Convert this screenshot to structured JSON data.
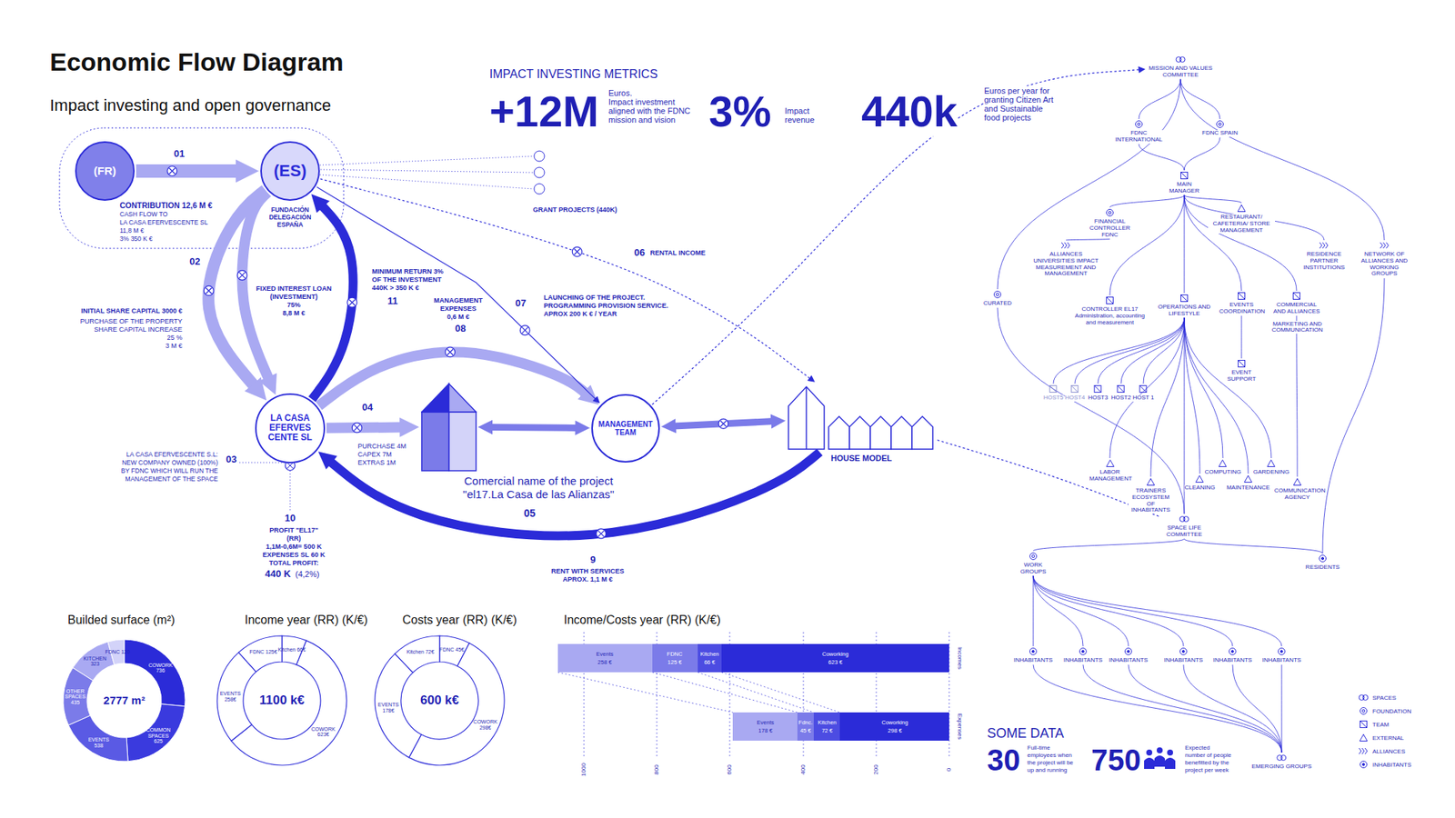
{
  "diagram": {
    "title": "Economic Flow Diagram",
    "nodes": [
      {
        "text": [
          "(FR)"
        ]
      },
      {
        "text": [
          "(ES)",
          "FUNDACIÓN DELEGACIÓN ESPAÑA"
        ]
      },
      {
        "text": [
          "LA CASA EFERVES CENTE SL"
        ]
      },
      {
        "text": [
          "Comercial name of the project \"el17.La Casa de las Alianzas\""
        ]
      },
      {
        "text": [
          "MANAGEMENT TEAM"
        ]
      },
      {
        "text": [
          "HOUSE MODEL"
        ]
      },
      {
        "text": [
          "MISSION AND VALUES COMMITTEE"
        ]
      },
      {
        "text": [
          "FDNC INTERNATIONAL"
        ]
      },
      {
        "text": [
          "FDNC SPAIN"
        ]
      },
      {
        "text": [
          "MAIN MANAGER"
        ]
      },
      {
        "text": [
          "FINANCIAL CONTROLLER FDNC"
        ]
      },
      {
        "text": [
          "RESTAURANT/ CAFETERIA/ STORE MANAGEMENT"
        ]
      },
      {
        "text": [
          "ALLIANCES UNIVERSITIES IMPACT MEASUREMENT AND MANAGEMENT"
        ]
      },
      {
        "text": [
          "RESIDENCE PARTNER INSTITUTIONS"
        ]
      },
      {
        "text": [
          "NETWORK OF ALLIANCES AND WORKING GROUPS"
        ]
      },
      {
        "text": [
          "CURATED"
        ]
      },
      {
        "text": [
          "CONTROLLER EL17",
          "Administration, accounting and measurement"
        ]
      },
      {
        "text": [
          "OPERATIONS AND LIFESTYLE"
        ]
      },
      {
        "text": [
          "EVENTS COORDINATION"
        ]
      },
      {
        "text": [
          "COMMERCIAL AND ALLIANCES"
        ]
      },
      {
        "text": [
          "EVENT SUPPORT"
        ]
      },
      {
        "text": [
          "HOST5"
        ]
      },
      {
        "text": [
          "HOST4"
        ]
      },
      {
        "text": [
          "HOST3"
        ]
      },
      {
        "text": [
          "HOST2"
        ]
      },
      {
        "text": [
          "HOST 1"
        ]
      },
      {
        "text": [
          "LABOR MANAGEMENT"
        ]
      },
      {
        "text": [
          "TRAINERS ECOSYSTEM OF INHABITANTS"
        ]
      },
      {
        "text": [
          "COMPUTING"
        ]
      },
      {
        "text": [
          "CLEANING"
        ]
      },
      {
        "text": [
          "MAINTENANCE"
        ]
      },
      {
        "text": [
          "GARDENING"
        ]
      },
      {
        "text": [
          "COMMUNICATION AGENCY"
        ]
      },
      {
        "text": [
          "SPACE LIFE COMMITTEE"
        ]
      },
      {
        "text": [
          "WORK GROUPS"
        ]
      },
      {
        "text": [
          "RESIDENTS"
        ]
      },
      {
        "text": [
          "INHABITANTS"
        ]
      },
      {
        "text": [
          "INHABITANTS"
        ]
      },
      {
        "text": [
          "INHABITANTS"
        ]
      },
      {
        "text": [
          "INHABITANTS"
        ]
      },
      {
        "text": [
          "INHABITANTS"
        ]
      },
      {
        "text": [
          "INHABITANTS"
        ]
      },
      {
        "text": [
          "EMERGING GROUPS"
        ]
      }
    ],
    "edges": [
      {
        "from": 0,
        "to": 1,
        "arrow": "to"
      },
      {
        "from": 1,
        "to": 2,
        "arrow": "to"
      },
      {
        "from": 1,
        "to": 2,
        "arrow": "to"
      },
      {
        "from": 2,
        "to": 1,
        "arrow": "to"
      },
      {
        "from": 2,
        "to": 3,
        "arrow": "to"
      },
      {
        "from": 2,
        "to": 4,
        "arrow": "to"
      },
      {
        "from": 1,
        "to": 4,
        "arrow": "to"
      },
      {
        "from": 3,
        "to": 4,
        "arrow": "both"
      },
      {
        "from": 4,
        "to": 5,
        "arrow": "both"
      },
      {
        "from": 5,
        "to": 2,
        "arrow": "to"
      },
      {
        "from": 1,
        "to": 5,
        "arrow": "to"
      },
      {
        "from": 4,
        "to": 6,
        "arrow": "to"
      },
      {
        "from": 5,
        "to": 33,
        "arrow": "none"
      },
      {
        "from": 6,
        "to": 7,
        "arrow": "none"
      },
      {
        "from": 6,
        "to": 8,
        "arrow": "none"
      },
      {
        "from": 7,
        "to": 9,
        "arrow": "none"
      },
      {
        "from": 8,
        "to": 9,
        "arrow": "none"
      },
      {
        "from": 9,
        "to": 10,
        "arrow": "none"
      },
      {
        "from": 9,
        "to": 11,
        "arrow": "none"
      },
      {
        "from": 10,
        "to": 12,
        "arrow": "none"
      },
      {
        "from": 9,
        "to": 16,
        "arrow": "none"
      },
      {
        "from": 9,
        "to": 17,
        "arrow": "none"
      },
      {
        "from": 9,
        "to": 18,
        "arrow": "none"
      },
      {
        "from": 9,
        "to": 19,
        "arrow": "none"
      },
      {
        "from": 9,
        "to": 13,
        "arrow": "none"
      },
      {
        "from": 6,
        "to": 15,
        "arrow": "none"
      },
      {
        "from": 6,
        "to": 14,
        "arrow": "none"
      },
      {
        "from": 17,
        "to": 21,
        "arrow": "none"
      },
      {
        "from": 17,
        "to": 22,
        "arrow": "none"
      },
      {
        "from": 17,
        "to": 23,
        "arrow": "none"
      },
      {
        "from": 17,
        "to": 24,
        "arrow": "none"
      },
      {
        "from": 17,
        "to": 25,
        "arrow": "none"
      },
      {
        "from": 17,
        "to": 26,
        "arrow": "none"
      },
      {
        "from": 17,
        "to": 27,
        "arrow": "none"
      },
      {
        "from": 17,
        "to": 28,
        "arrow": "none"
      },
      {
        "from": 17,
        "to": 29,
        "arrow": "none"
      },
      {
        "from": 17,
        "to": 30,
        "arrow": "none"
      },
      {
        "from": 17,
        "to": 31,
        "arrow": "none"
      },
      {
        "from": 18,
        "to": 20,
        "arrow": "none"
      },
      {
        "from": 19,
        "to": 32,
        "arrow": "none"
      },
      {
        "from": 17,
        "to": 33,
        "arrow": "none"
      },
      {
        "from": 33,
        "to": 34,
        "arrow": "none"
      },
      {
        "from": 33,
        "to": 35,
        "arrow": "none"
      },
      {
        "from": 34,
        "to": 36,
        "arrow": "none"
      },
      {
        "from": 34,
        "to": 37,
        "arrow": "none"
      },
      {
        "from": 34,
        "to": 38,
        "arrow": "none"
      },
      {
        "from": 34,
        "to": 39,
        "arrow": "none"
      },
      {
        "from": 34,
        "to": 40,
        "arrow": "none"
      },
      {
        "from": 34,
        "to": 41,
        "arrow": "none"
      },
      {
        "from": 36,
        "to": 42,
        "arrow": "none"
      },
      {
        "from": 37,
        "to": 42,
        "arrow": "none"
      },
      {
        "from": 38,
        "to": 42,
        "arrow": "none"
      },
      {
        "from": 39,
        "to": 42,
        "arrow": "none"
      },
      {
        "from": 40,
        "to": 42,
        "arrow": "none"
      },
      {
        "from": 41,
        "to": 42,
        "arrow": "none"
      },
      {
        "from": 15,
        "to": 33,
        "arrow": "none"
      },
      {
        "from": 14,
        "to": 35,
        "arrow": "none"
      }
    ],
    "labels": [
      "Impact investing and open governance",
      "IMPACT INVESTING METRICS",
      "+12M",
      "Euros.",
      "Impact investment",
      "aligned with the FDNC",
      "mission and vision",
      "3%",
      "Impact",
      "revenue",
      "440k",
      "Euros per year for",
      "granting Citizen Art",
      "and Sustainable",
      "food projects",
      "01",
      "CONTRIBUTION 12,6 M €",
      "CASH FLOW TO",
      "LA CASA EFERVESCENTE SL",
      "11,8 M €",
      "3% 350 K €",
      "GRANT PROJECTS (440K)",
      "02",
      "FIXED INTEREST LOAN",
      "(INVESTMENT)",
      "75%",
      "8,8 M €",
      "INITIAL SHARE CAPITAL 3000 €",
      "PURCHASE OF THE PROPERTY",
      "SHARE CAPITAL INCREASE",
      "25 %",
      "3 M €",
      "MINIMUM RETURN 3%",
      "OF THE INVESTMENT",
      "440K > 350 K €",
      "11",
      "MANAGEMENT",
      "EXPENSES",
      "0,6 M €",
      "08",
      "07",
      "LAUNCHING OF THE PROJECT.",
      "PROGRAMMING PROVISION SERVICE.",
      "APROX 200 K € / YEAR",
      "06",
      "RENTAL INCOME",
      "04",
      "PURCHASE 4M",
      "CAPEX 7M",
      "EXTRAS 1M",
      "LA CASA EFERVESCENTE S.L:",
      "NEW COMPANY OWNED (100%)",
      "BY FDNC WHICH WILL RUN THE",
      "MANAGEMENT OF THE SPACE",
      "03",
      "05",
      "10",
      "PROFIT \"EL17\"",
      "(RR)",
      "1,1M-0,6M= 500 K",
      "EXPENSES SL 60 K",
      "TOTAL PROFIT:",
      "440 K",
      "(4,2%)",
      "9",
      "RENT WITH SERVICES",
      "APROX. 1,1 M €",
      "MARKETING AND COMMUNICATION",
      "Builded surface (m²)",
      "Income year (RR) (K/€)",
      "Costs year (RR) (K/€)",
      "Income/Costs year (RR) (K/€)",
      "2777 m²",
      "1100 k€",
      "600 k€",
      "COWORK 736",
      "COMMON SPACES 625",
      "EVENTS 538",
      "OTHER SPACES 435",
      "KITCHEN 323",
      "FDNC 120",
      "Kitchen 66€",
      "COWORK 623€",
      "EVENTS 258€",
      "FDNC 125€",
      "FDNC 45€",
      "COWORK 298€",
      "EVENTS 178€",
      "Kitchen 72€",
      "Events",
      "258 €",
      "FDNC",
      "125 €",
      "Kitchen",
      "66 €",
      "Coworking",
      "623 €",
      "Events",
      "178 €",
      "Fdnc.",
      "45 €",
      "Kitchen",
      "72 €",
      "Coworking",
      "298 €",
      "1000",
      "800",
      "600",
      "400",
      "200",
      "0",
      "Incomes",
      "Expenses",
      "SOME DATA",
      "30",
      "Full-time",
      "employees when",
      "the project will be",
      "up and running",
      "750",
      "Expected",
      "number of people",
      "benefitted by the",
      "project per week"
    ],
    "legend": [
      {
        "text": "SPACES"
      },
      {
        "text": "FOUNDATION"
      },
      {
        "text": "TEAM"
      },
      {
        "text": "EXTERNAL"
      },
      {
        "text": "ALLIANCES"
      },
      {
        "text": "INHABITANTS"
      }
    ]
  }
}
